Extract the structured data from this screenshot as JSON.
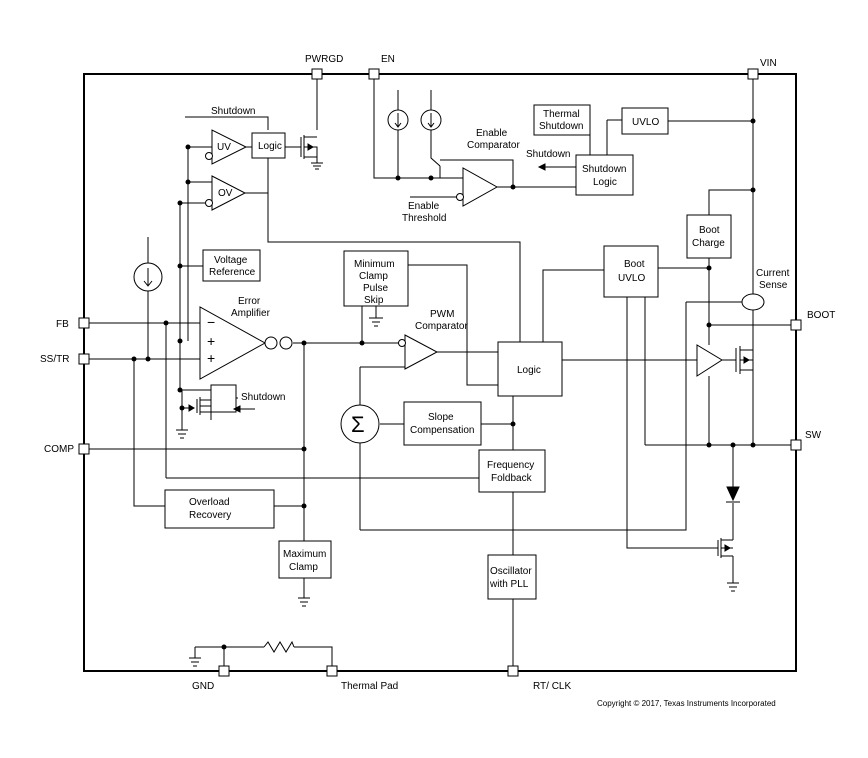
{
  "pins": {
    "pwrgd": "PWRGD",
    "en": "EN",
    "vin": "VIN",
    "fb": "FB",
    "sstr": "SS/TR",
    "comp": "COMP",
    "boot": "BOOT",
    "sw": "SW",
    "gnd": "GND",
    "thermal_pad": "Thermal Pad",
    "rtclk": "RT/ CLK"
  },
  "blocks": {
    "logic_small": "Logic",
    "uv": "UV",
    "ov": "OV",
    "voltage_reference": [
      "Voltage",
      "Reference"
    ],
    "thermal_shutdown": [
      "Thermal",
      "Shutdown"
    ],
    "uvlo": "UVLO",
    "shutdown_logic": [
      "Shutdown",
      "Logic"
    ],
    "min_clamp": [
      "Minimum",
      "Clamp",
      "Pulse",
      "Skip"
    ],
    "logic_main": "Logic",
    "boot_uvlo": [
      "Boot",
      "UVLO"
    ],
    "boot_charge": [
      "Boot",
      "Charge"
    ],
    "slope_comp": [
      "Slope",
      "Compensation"
    ],
    "freq_foldback": [
      "Frequency",
      "Foldback"
    ],
    "overload_recovery": [
      "Overload",
      "Recovery"
    ],
    "maximum_clamp": [
      "Maximum",
      "Clamp"
    ],
    "oscillator": [
      "Oscillator",
      "with PLL"
    ],
    "sum_symbol": "Σ"
  },
  "labels": {
    "shutdown_top": "Shutdown",
    "shutdown_mid": "Shutdown",
    "shutdown_left": "Shutdown",
    "enable_comparator": [
      "Enable",
      "Comparator"
    ],
    "enable_threshold": [
      "Enable",
      "Threshold"
    ],
    "error_amplifier": [
      "Error",
      "Amplifier"
    ],
    "pwm_comparator": [
      "PWM",
      "Comparator"
    ],
    "current_sense": [
      "Current",
      "Sense"
    ],
    "minus": "−",
    "plus": "+"
  },
  "copyright": "Copyright © 2017, Texas Instruments Incorporated"
}
